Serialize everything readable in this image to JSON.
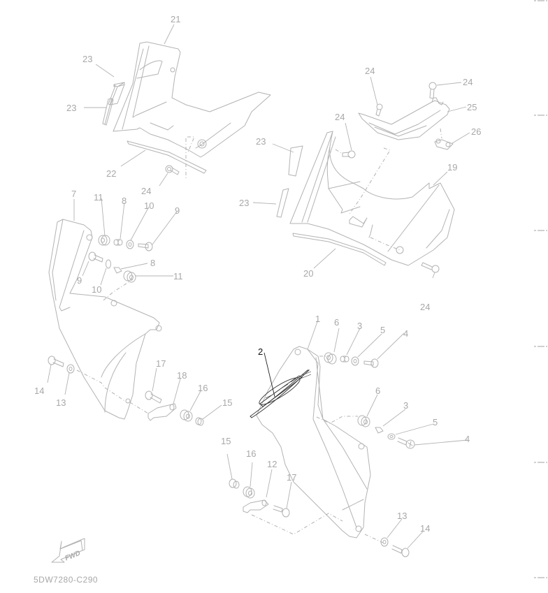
{
  "diagram": {
    "title": "Side cover / cowling parts exploded diagram",
    "code": "5DW7280-C290",
    "fwd_label": "FWD",
    "colors": {
      "line": "#b3b3b3",
      "label": "#a8a8a8",
      "highlight": "#111111"
    },
    "highlighted_part": "2",
    "labels": {
      "p1": "1",
      "p2": "2",
      "p3a": "3",
      "p3b": "3",
      "p4a": "4",
      "p4b": "4",
      "p5a": "5",
      "p5b": "5",
      "p6a": "6",
      "p6b": "6",
      "p7": "7",
      "p8a": "8",
      "p8b": "8",
      "p9a": "9",
      "p9b": "9",
      "p10a": "10",
      "p10b": "10",
      "p11a": "11",
      "p11b": "11",
      "p12": "12",
      "p13a": "13",
      "p13b": "13",
      "p14a": "14",
      "p14b": "14",
      "p15a": "15",
      "p15b": "15",
      "p16a": "16",
      "p16b": "16",
      "p17a": "17",
      "p17b": "17",
      "p18": "18",
      "p19": "19",
      "p20": "20",
      "p21": "21",
      "p22": "22",
      "p23a": "23",
      "p23b": "23",
      "p23c": "23",
      "p23d": "23",
      "p24a": "24",
      "p24b": "24",
      "p24c": "24",
      "p24d": "24",
      "p24e": "24",
      "p25": "25",
      "p26": "26"
    }
  }
}
